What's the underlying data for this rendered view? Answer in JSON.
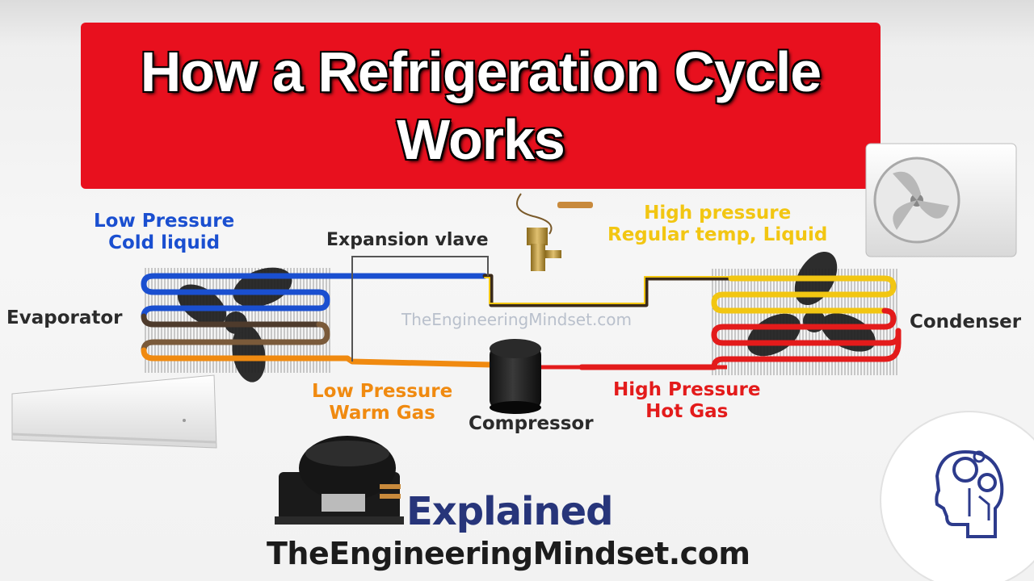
{
  "title": {
    "line1": "How a Refrigeration Cycle",
    "line2": "Works"
  },
  "labels": {
    "evaporator": "Evaporator",
    "condenser": "Condenser",
    "compressor": "Compressor",
    "expansion_valve": "Expansion vlave",
    "low_pressure_cold_1": "Low Pressure",
    "low_pressure_cold_2": "Cold liquid",
    "high_pressure_liquid_1": "High pressure",
    "high_pressure_liquid_2": "Regular temp, Liquid",
    "low_pressure_warm_1": "Low Pressure",
    "low_pressure_warm_2": "Warm Gas",
    "high_pressure_hot_1": "High Pressure",
    "high_pressure_hot_2": "Hot Gas",
    "watermark": "TheEngineeringMindset.com"
  },
  "footer": {
    "explained": "Explained",
    "site": "TheEngineeringMindset.com"
  },
  "colors": {
    "banner": "#e8101e",
    "cold_liquid": "#1a4fd0",
    "warm_gas": "#f08a10",
    "hot_gas": "#e31b1b",
    "liquid": "#f2c612"
  }
}
